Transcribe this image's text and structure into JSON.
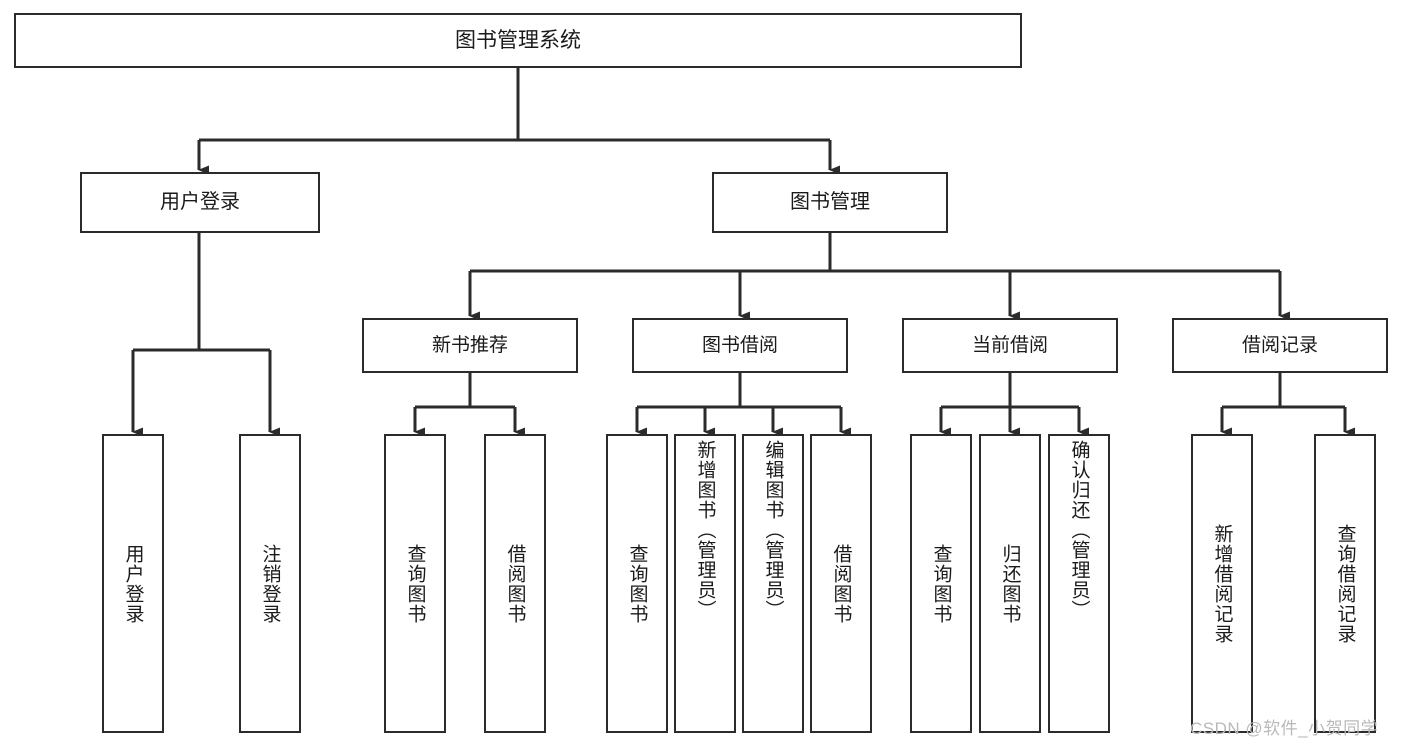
{
  "diagram": {
    "title": "图书管理系统",
    "type": "tree-hierarchy",
    "root": {
      "id": "root",
      "label": "图书管理系统"
    },
    "level1": [
      {
        "id": "user-login",
        "label": "用户登录"
      },
      {
        "id": "book-manage",
        "label": "图书管理"
      }
    ],
    "level2": [
      {
        "id": "new-book-recommend",
        "label": "新书推荐",
        "parent": "book-manage"
      },
      {
        "id": "book-borrow",
        "label": "图书借阅",
        "parent": "book-manage"
      },
      {
        "id": "current-borrow",
        "label": "当前借阅",
        "parent": "book-manage"
      },
      {
        "id": "borrow-record",
        "label": "借阅记录",
        "parent": "book-manage"
      }
    ],
    "leaves": {
      "user_login": [
        {
          "id": "leaf-user-login",
          "label": "用户登录"
        },
        {
          "id": "leaf-logout-login",
          "label": "注销登录"
        }
      ],
      "new_book_recommend": [
        {
          "id": "leaf-query-book-1",
          "label": "查询图书"
        },
        {
          "id": "leaf-borrow-book-1",
          "label": "借阅图书"
        }
      ],
      "book_borrow": [
        {
          "id": "leaf-query-book-2",
          "label": "查询图书"
        },
        {
          "id": "leaf-add-book",
          "label": "新增图书（管理员）"
        },
        {
          "id": "leaf-edit-book",
          "label": "编辑图书（管理员）"
        },
        {
          "id": "leaf-borrow-book-2",
          "label": "借阅图书"
        }
      ],
      "current_borrow": [
        {
          "id": "leaf-query-book-3",
          "label": "查询图书"
        },
        {
          "id": "leaf-return-book",
          "label": "归还图书"
        },
        {
          "id": "leaf-confirm-return",
          "label": "确认归还（管理员）"
        }
      ],
      "borrow_record": [
        {
          "id": "leaf-add-record",
          "label": "新增借阅记录"
        },
        {
          "id": "leaf-query-record",
          "label": "查询借阅记录"
        }
      ]
    },
    "watermark": "CSDN @软件_小贺同学",
    "colors": {
      "stroke": "#2b2b2b",
      "fill": "#ffffff",
      "text": "#1a1a1a",
      "watermark": "#b9b9b9"
    }
  }
}
